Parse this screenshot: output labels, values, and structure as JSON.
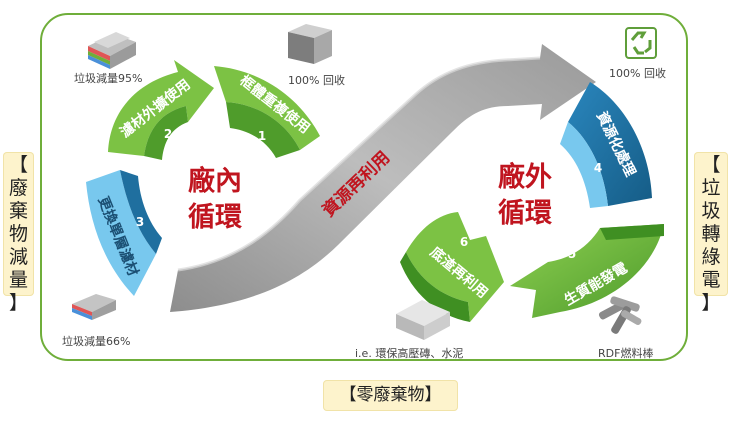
{
  "left_label": [
    "【",
    "廢",
    "棄",
    "物",
    "減",
    "量",
    "】"
  ],
  "right_label": [
    "【",
    "垃",
    "圾",
    "轉",
    "綠",
    "電",
    "】"
  ],
  "bottom_label": "【零廢棄物】",
  "inner_loop": {
    "title_line1": "廠內",
    "title_line2": "循環"
  },
  "outer_loop": {
    "title_line1": "廠外",
    "title_line2": "循環"
  },
  "central_arrow_label": "資源再利用",
  "steps": [
    {
      "number": "1",
      "label": "框體重複使用"
    },
    {
      "number": "2",
      "label": "濾材外擴使用"
    },
    {
      "number": "3",
      "label": "更換單層濾材"
    },
    {
      "number": "4",
      "label": "資源化處理"
    },
    {
      "number": "5",
      "label": "生質能發電"
    },
    {
      "number": "6",
      "label": "底渣再利用"
    }
  ],
  "captions": {
    "waste_95": "垃圾減量95%",
    "recycle_100_top": "100% 回收",
    "recycle_100_right": "100% 回收",
    "waste_66": "垃圾減量66%",
    "bricks": "i.e. 環保高壓磚、水泥",
    "rdf": "RDF燃料棒"
  },
  "colors": {
    "frame": "#6fae3a",
    "green_dark": "#3f8f22",
    "green_light": "#7cc244",
    "blue_dark": "#1f6f9f",
    "blue_light": "#78c8ee",
    "title_red": "#c0151f",
    "gray_arrow": "#a9a9a9"
  },
  "icons": [
    "filter-layers-icon",
    "filter-block-icon",
    "recycle-icon",
    "filter-layers-icon",
    "brick-icon",
    "rdf-rods-icon"
  ]
}
